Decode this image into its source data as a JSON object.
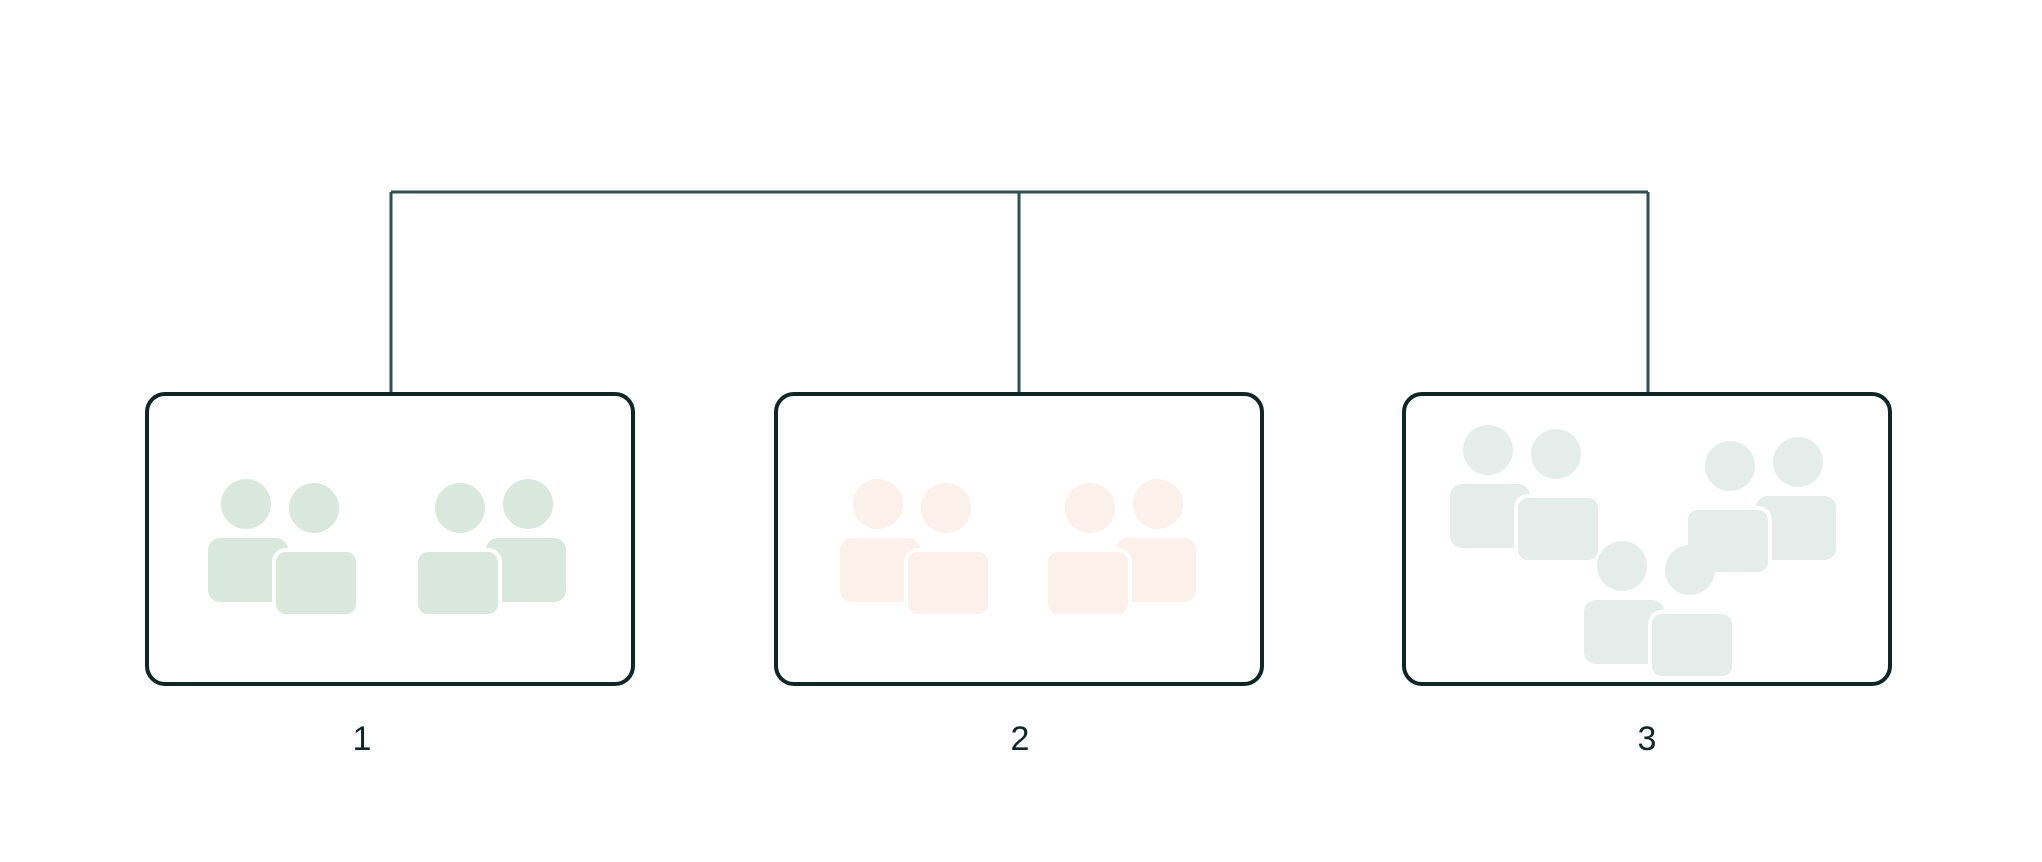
{
  "groups": [
    {
      "label": "1",
      "color": "#d9e8dd",
      "icon": "two-people-pair-icon"
    },
    {
      "label": "2",
      "color": "#fbf0ea",
      "icon": "two-people-pair-icon"
    },
    {
      "label": "3",
      "color": "#e5edeb",
      "icon": "two-people-pair-icon"
    }
  ],
  "colors": {
    "connector": "#2f5050",
    "box_border": "#0f2626",
    "text": "#0f2626"
  }
}
